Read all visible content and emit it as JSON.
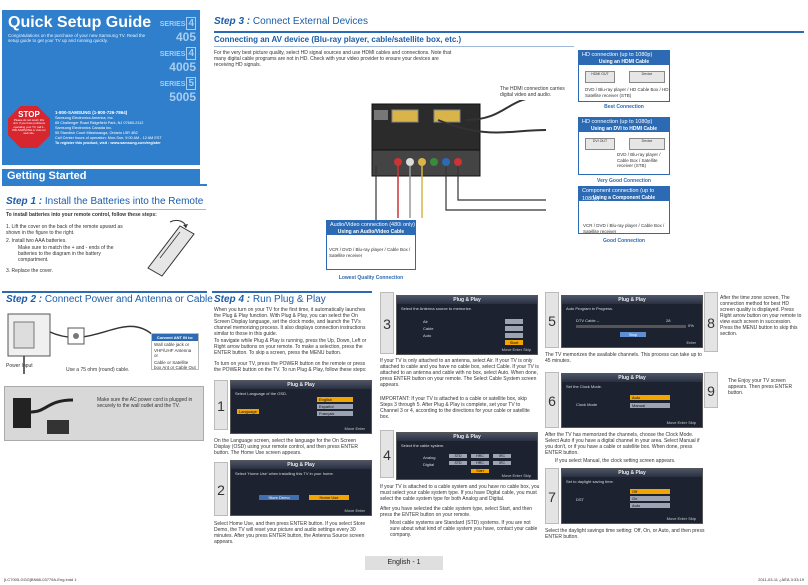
{
  "header": {
    "title": "Quick Setup Guide",
    "subtitle": "Congratulations on the purchase of your new Samsung TV. Read the setup guide to get your TV up and running quickly.",
    "series": [
      {
        "label": "SERIES",
        "num": "4",
        "model": "405"
      },
      {
        "label": "SERIES",
        "num": "4",
        "model": "4005"
      },
      {
        "label": "SERIES",
        "num": "5",
        "model": "5005"
      }
    ]
  },
  "stop": {
    "title": "STOP",
    "text": "Please do not return this unit. If you have problems operating your TV, call 1-800-SAMSUNG or visit our web site."
  },
  "contact": {
    "phone": "1-800-SAMSUNG (1-800-726-7864)",
    "lines": [
      "Samsung Electronics America, Inc.",
      "85 Challenger Road Ridgefield Park, NJ 07660-2112",
      "Samsung Electronics Canada Inc.",
      "55 Standish Court Mississauga, Ontario L5R 4B2",
      "Call Center hours of operation: Mon-Sun, 9:00 AM - 12 AM EST",
      "To register this product, visit : www.samsung.com/register"
    ]
  },
  "getting_started": "Getting Started",
  "step1": {
    "prefix": "Step 1 :",
    "title": "Install the Batteries into the Remote",
    "intro": "To install batteries into your remote control, follow these steps:",
    "items": [
      "1.  Lift the cover on the back of the remote upward as shown in the figure to the right.",
      "2.  Install two AAA batteries.",
      "3.  Replace the cover."
    ],
    "note": "Make sure to match the + and - ends of the batteries to the diagram in the battery compartment."
  },
  "step2": {
    "prefix": "Step 2 :",
    "title": "Connect Power and Antenna or Cable",
    "power_input": "Power Input",
    "cable_label": "Use a 75 ohm (round) cable.",
    "ant_title": "Connect ANT IN to:",
    "ant_items": [
      "Wall cable jack or VHF/UHF Antenna or",
      "Cable or Satellite box Ant or Cable Out"
    ],
    "ac_note": "Make sure the AC power cord is plugged in securely to the wall outlet and the TV."
  },
  "step3": {
    "prefix": "Step 3 :",
    "title": "Connect External Devices",
    "subtitle": "Connecting an AV device (Blu-ray player, cable/satellite box, etc.)",
    "intro": "For the very best picture quality, select HD signal sources and use HDMI cables and connections. Note that many digital cable programs are not in HD. Check with your video provider to ensure your devices are receiving HD signals.",
    "hdmi_note": "The HDMI connection carries digital video and audio.",
    "hdmi_in": "HDMI IN",
    "hd_badge": "HD connection (up to 1080p)",
    "best": {
      "sub": "Using an HDMI Cable",
      "dev1": "HDMI OUT",
      "dev2": "Device",
      "desc": "DVD / Blu-ray player / HD Cable Box / HD Satellite receiver (STB)",
      "label": "Best Connection"
    },
    "very_good": {
      "sub": "Using an DVI to HDMI Cable",
      "dev1": "DVI OUT",
      "dev2": "Device",
      "desc": "DVD / Blu-ray player / Cable Box / Satellite receiver (STB)",
      "label": "Very Good Connection"
    },
    "component_badge": "Component connection (up to 1080p)",
    "good": {
      "sub": "Using a Component Cable",
      "desc": "VCR / DVD / Blu-ray player / Cable Box / Satellite receiver",
      "label": "Good Connection"
    },
    "av_badge": "Audio/Video connection (480i only)",
    "lowest": {
      "sub": "Using an Audio/Video Cable",
      "desc": "VCR / DVD / Blu-ray player / Cable Box / Satellite receiver",
      "label": "Lowest Quality Connection"
    }
  },
  "step4": {
    "prefix": "Step 4 :",
    "title": "Run Plug & Play",
    "p1": "When you turn on your TV for the first time, it automatically launches the Plug & Play function. With Plug & Play, you can select the On Screen Display language, set the clock mode, and launch the TV's channel memorizing process. It also displays connection instructions similar to those in this guide.",
    "p2": "To navigate while Plug & Play is running, press the Up, Down, Left or Right arrow buttons on your remote. To make a selection, press the ENTER button. To skip a screen, press the MENU button.",
    "p3": "To turn on your TV, press the POWER button on the remote or press the POWER button on the TV. To run Plug & Play, follow these steps:",
    "screen_title": "Plug & Play",
    "s1": {
      "num": "1",
      "prompt": "Select Language of the OSD.",
      "label": "Language",
      "options": [
        "English",
        "Español",
        "Français"
      ],
      "ftr": "Move  Enter",
      "caption": "On the Language screen, select the language for the On Screen Display (OSD) using your remote control, and then press ENTER button. The Home Use screen appears."
    },
    "s2": {
      "num": "2",
      "prompt": "Select 'Home Use' when installing this TV in your home.",
      "opt1": "Store Demo",
      "opt2": "Home Use",
      "ftr": "Move  Enter",
      "caption": "Select Home Use, and then press ENTER button. If you select Store Demo, the TV will reset your picture and audio settings every 30 minutes. After you press ENTER button, the Antenna Source screen appears."
    },
    "s3": {
      "num": "3",
      "prompt": "Select the Antenna source to memorize.",
      "rows": [
        "Air",
        "Cable",
        "Auto"
      ],
      "start": "Start",
      "ftr": "Move  Enter  Skip",
      "caption1": "If your TV is only attached to an antenna, select Air. If your TV is only attached to cable and you have no cable box, select Cable. If your TV is attached to an antenna and cable with no box, select Auto. When done, press ENTER button on your remote. The Select Cable System screen appears.",
      "caption2": "IMPORTANT: If your TV is attached to a cable or satellite box, skip Steps 3 through 5. After Plug & Play is complete, set your TV to Channel 3 or 4, according to the directions for your cable or satellite box."
    },
    "s4": {
      "num": "4",
      "prompt": "Select the cable system.",
      "rows": [
        "Analog",
        "Digital"
      ],
      "cols": [
        "STD",
        "HRC",
        "IRC"
      ],
      "start": "Start",
      "ftr": "Move  Enter  Skip",
      "caption1": "If your TV is attached to a cable system and you have no cable box, you must select your cable system type. If you have Digital cable, you must select the cable system type for both Analog and Digital.",
      "caption2": "After you have selected the cable system type, select Start, and then press the ENTER button on your remote.",
      "note": "Most cable systems are Standard (STD) systems. If you are not sure about what kind of cable system you have, contact your cable company."
    },
    "s5": {
      "num": "5",
      "prompt": "Auto Program in Progress.",
      "line1": "DTV Cable --",
      "count": "28",
      "percent": "0%",
      "stop": "Stop",
      "ftr": "Enter",
      "caption": "The TV memorizes the available channels. This process can take up to 45 minutes."
    },
    "s6": {
      "num": "6",
      "prompt": "Set the Clock Mode.",
      "label": "Clock Mode",
      "options": [
        "Auto",
        "Manual"
      ],
      "ftr": "Move  Enter  Skip",
      "caption": "After the TV has memorized the channels, choose the Clock Mode. Select Auto if you have a digital channel in your area. Select Manual if you don't, or if you have a cable or satellite box. When done, press ENTER button.",
      "note": "If you select Manual, the clock setting screen appears."
    },
    "s7": {
      "num": "7",
      "prompt": "Set to daylight saving time.",
      "label": "DST",
      "options": [
        "Off",
        "On",
        "Auto"
      ],
      "ftr": "Move  Enter  Skip",
      "caption": "Select the daylight savings time setting: Off, On, or Auto, and then press ENTER button."
    },
    "s8": {
      "num": "8",
      "caption": "After the time zone screen, The connection method for best HD screen quality is displayed. Press Right arrow button on your remote to view each screen in succession. Press the MENU button to skip this section."
    },
    "s9": {
      "num": "9",
      "caption": "The Enjoy your TV screen appears. Then press ENTER button."
    }
  },
  "footer": {
    "page": "English - 1",
    "left": "[LC7005-GGG]BN68-03779A-Eng.indd   1",
    "right": "2011-03-11   ¿ÀÈÄ 3:33:19"
  },
  "colors": {
    "accent": "#2f7fcc",
    "stop": "#d8262f",
    "heading": "#1b5da8",
    "select": "#f2a400"
  }
}
